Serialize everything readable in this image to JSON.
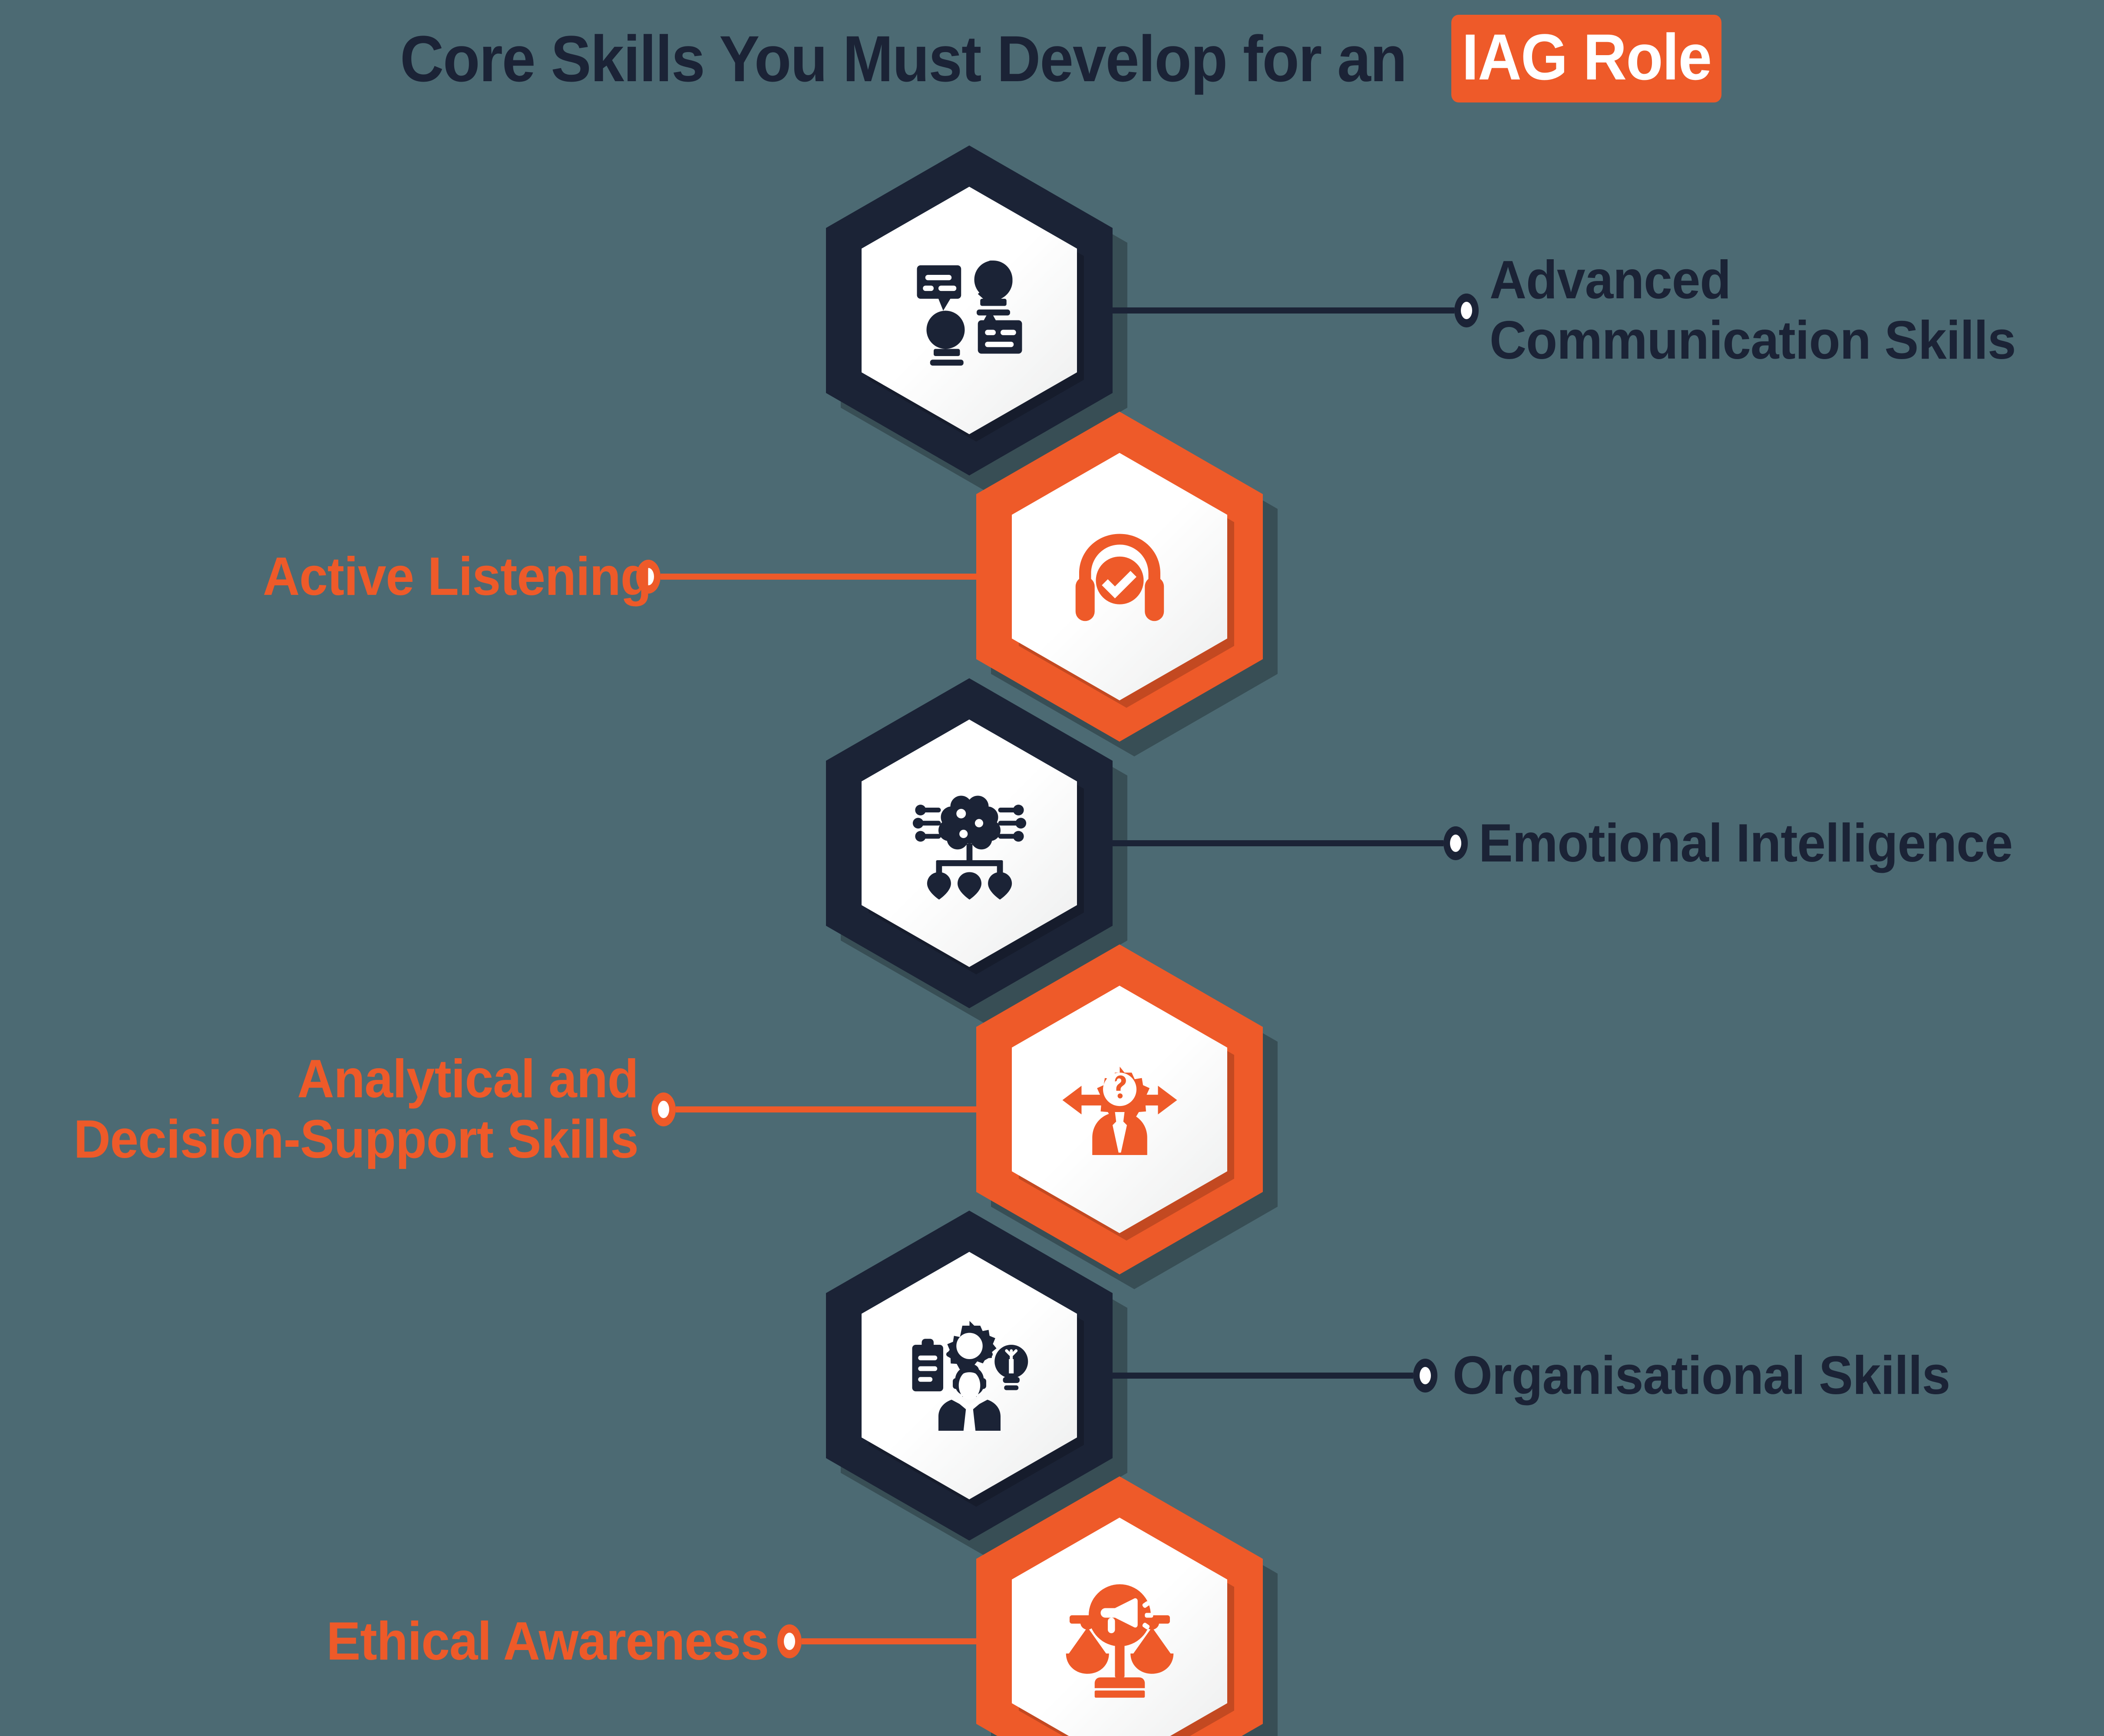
{
  "title": {
    "main": "Core Skills You Must Develop for an",
    "highlight": "IAG Role"
  },
  "colors": {
    "background": "#4c6a73",
    "navy": "#1b2336",
    "orange": "#ee5a29",
    "tile_face": "#ffffff"
  },
  "items": [
    {
      "label": "Advanced\nCommunication Skills",
      "icon": "speech-bubbles-heads-icon",
      "accent": "navy",
      "side": "right"
    },
    {
      "label": "Active Listening",
      "icon": "headphones-check-icon",
      "accent": "orange",
      "side": "left"
    },
    {
      "label": "Emotional Intelligence",
      "icon": "brain-circuit-hearts-icon",
      "accent": "navy",
      "side": "right"
    },
    {
      "label": "Analytical and\nDecision-Support Skills",
      "icon": "person-gear-question-arrows-icon",
      "accent": "orange",
      "side": "left"
    },
    {
      "label": "Organisational Skills",
      "icon": "person-clipboard-gear-bulb-icon",
      "accent": "navy",
      "side": "right"
    },
    {
      "label": "Ethical Awareness",
      "icon": "scales-megaphone-icon",
      "accent": "orange",
      "side": "left"
    }
  ]
}
